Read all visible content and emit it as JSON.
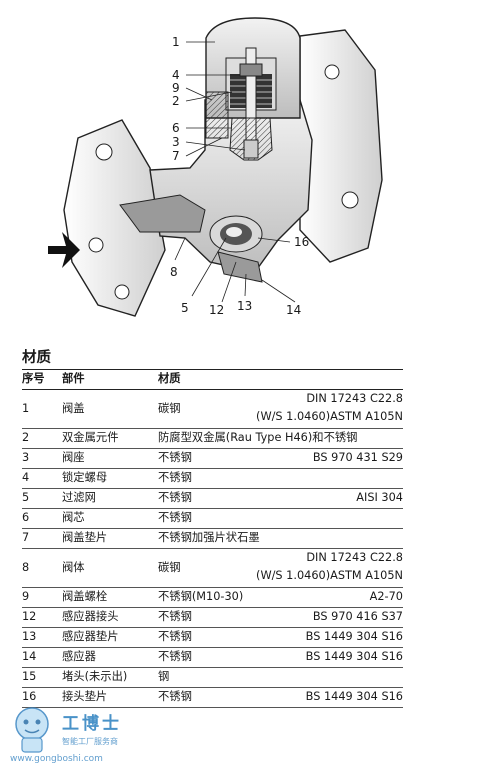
{
  "diagram": {
    "callouts": [
      "1",
      "4",
      "9",
      "2",
      "6",
      "3",
      "7",
      "16",
      "8",
      "5",
      "12",
      "13",
      "14"
    ]
  },
  "section": {
    "title": "材质"
  },
  "table": {
    "headers": [
      "序号",
      "部件",
      "材质"
    ],
    "rows": [
      {
        "num": "1",
        "part": "阀盖",
        "material": "碳钢",
        "std": [
          "DIN 17243 C22.8",
          "(W/S 1.0460)ASTM A105N"
        ]
      },
      {
        "num": "2",
        "part": "双金属元件",
        "material": "防腐型双金属(Rau Type H46)和不锈钢",
        "std": []
      },
      {
        "num": "3",
        "part": "阀座",
        "material": "不锈钢",
        "std": [
          "BS 970 431 S29"
        ]
      },
      {
        "num": "4",
        "part": "锁定螺母",
        "material": "不锈钢",
        "std": []
      },
      {
        "num": "5",
        "part": "过滤网",
        "material": "不锈钢",
        "std": [
          "AISI 304"
        ]
      },
      {
        "num": "6",
        "part": "阀芯",
        "material": "不锈钢",
        "std": []
      },
      {
        "num": "7",
        "part": "阀盖垫片",
        "material": "不锈钢加强片状石墨",
        "std": []
      },
      {
        "num": "8",
        "part": "阀体",
        "material": "碳钢",
        "std": [
          "DIN 17243 C22.8",
          "(W/S 1.0460)ASTM A105N"
        ]
      },
      {
        "num": "9",
        "part": "阀盖螺栓",
        "material": "不锈钢(M10-30)",
        "std": [
          "A2-70"
        ]
      },
      {
        "num": "12",
        "part": "感应器接头",
        "material": "不锈钢",
        "std": [
          "BS 970 416 S37"
        ]
      },
      {
        "num": "13",
        "part": "感应器垫片",
        "material": "不锈钢",
        "std": [
          "BS 1449 304 S16"
        ]
      },
      {
        "num": "14",
        "part": "感应器",
        "material": "不锈钢",
        "std": [
          "BS 1449 304 S16"
        ]
      },
      {
        "num": "15",
        "part": "堵头(未示出)",
        "material": "钢",
        "std": []
      },
      {
        "num": "16",
        "part": "接头垫片",
        "material": "不锈钢",
        "std": [
          "BS 1449 304 S16"
        ]
      }
    ]
  },
  "watermark": {
    "brand": "工博士",
    "subtitle": "智能工厂服务商",
    "url": "www.gongboshi.com"
  }
}
